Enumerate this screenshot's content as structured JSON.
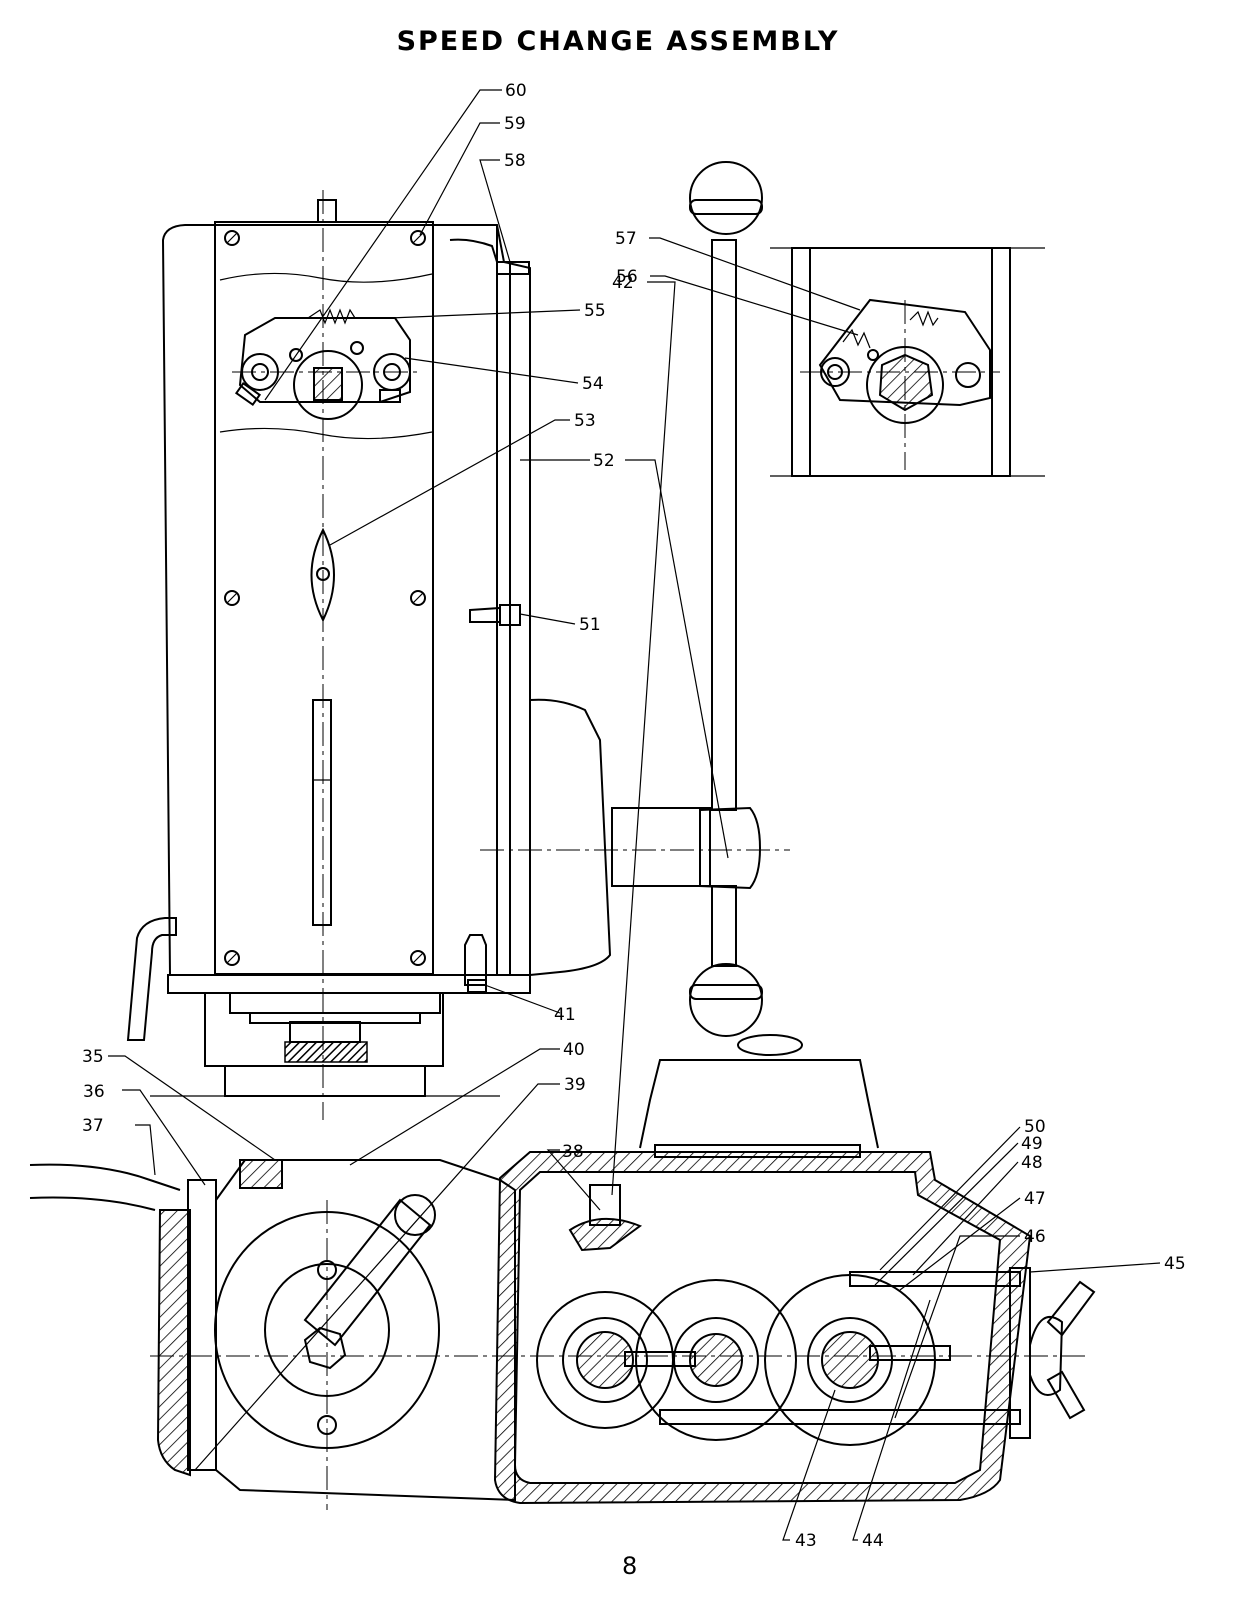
{
  "title": "SPEED CHANGE ASSEMBLY",
  "page_number": "8",
  "callouts": [
    "35",
    "36",
    "37",
    "38",
    "39",
    "40",
    "41",
    "42",
    "43",
    "44",
    "45",
    "46",
    "47",
    "48",
    "49",
    "50",
    "51",
    "52",
    "53",
    "54",
    "55",
    "56",
    "57",
    "58",
    "59",
    "60"
  ]
}
